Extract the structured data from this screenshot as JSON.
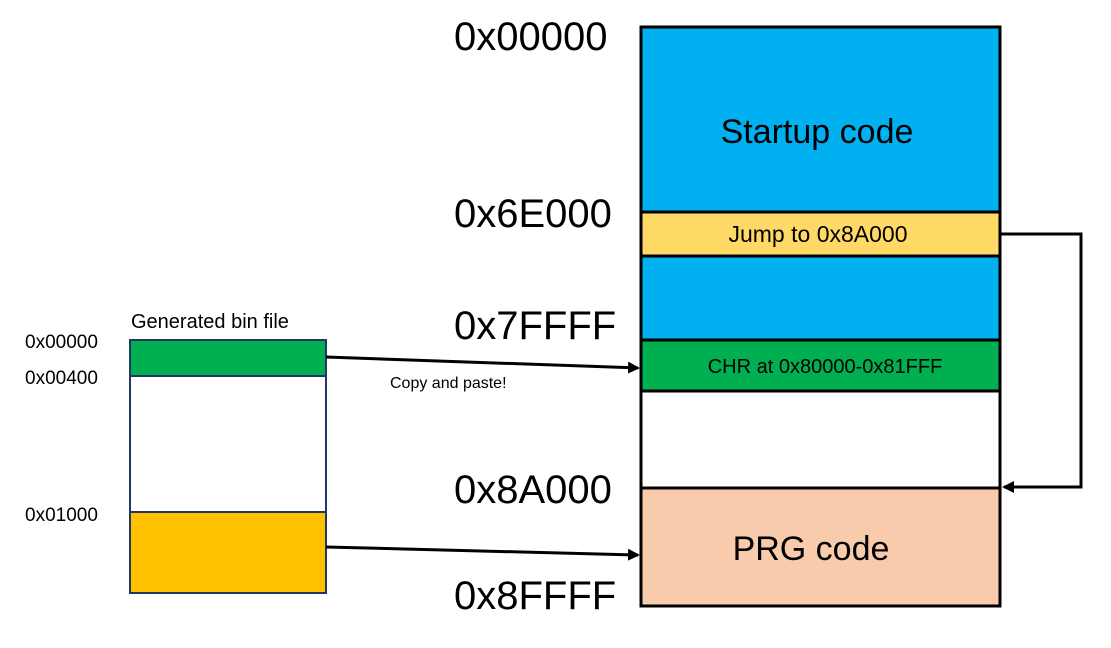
{
  "memory_map": {
    "addresses": {
      "start": "0x00000",
      "jump_region": "0x6E000",
      "chr_region": "0x7FFFF",
      "prg_region": "0x8A000",
      "end": "0x8FFFF"
    },
    "blocks": {
      "startup": "Startup code",
      "jump": "Jump to 0x8A000",
      "chr": "CHR at 0x80000-0x81FFF",
      "prg": "PRG code"
    }
  },
  "bin_file": {
    "title": "Generated bin file",
    "addresses": {
      "start": "0x00000",
      "chr_end": "0x00400",
      "prg_start": "0x01000"
    }
  },
  "annotation": {
    "copy_paste": "Copy and paste!"
  },
  "colors": {
    "startup": "#00B0F0",
    "jump": "#FFD966",
    "chr": "#00B050",
    "prg": "#F8CBAD",
    "bin_prg": "#FFC000",
    "outline": "#000000"
  }
}
